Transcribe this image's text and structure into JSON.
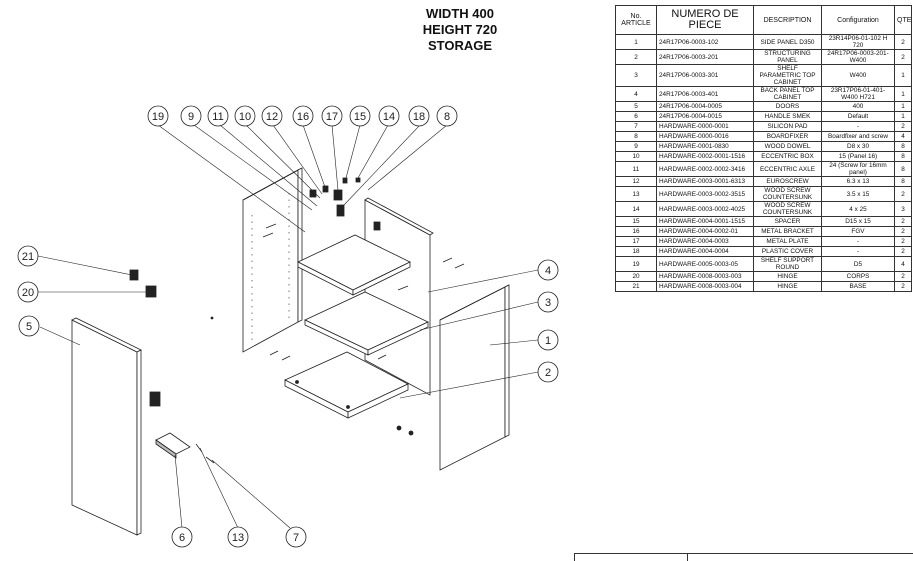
{
  "header": {
    "width_label": "WIDTH 400",
    "height_label": "HEIGHT 720",
    "type_label": "STORAGE"
  },
  "bom": {
    "headers": [
      "No. ARTICLE",
      "NUMERO DE PIECE",
      "DESCRIPTION",
      "Configuration",
      "QTE"
    ],
    "rows": [
      [
        "1",
        "24R17P06-0003-102",
        "SIDE PANEL D350",
        "23R14P06-01-102 H 720",
        "2"
      ],
      [
        "2",
        "24R17P06-0003-201",
        "STRUCTURING PANEL",
        "24R17P06-0003-201-W400",
        "2"
      ],
      [
        "3",
        "24R17P06-0003-301",
        "SHELF PARAMETRIC TOP CABINET",
        "W400",
        "1"
      ],
      [
        "4",
        "24R17P06-0003-401",
        "BACK PANEL TOP CABINET",
        "23R17P06-01-401-W400 H721",
        "1"
      ],
      [
        "5",
        "24R17P06-0004-0005",
        "DOORS",
        "400",
        "1"
      ],
      [
        "6",
        "24R17P06-0004-0015",
        "HANDLE SMEK",
        "Default",
        "1"
      ],
      [
        "7",
        "HARDWARE-0000-0001",
        "SILICON PAD",
        "-",
        "2"
      ],
      [
        "8",
        "HARDWARE-0000-0016",
        "BOARDFIXER",
        "Boardfixer and screw",
        "4"
      ],
      [
        "9",
        "HARDWARE-0001-0830",
        "WOOD DOWEL",
        "D8 x 30",
        "8"
      ],
      [
        "10",
        "HARDWARE-0002-0001-1516",
        "ECCENTRIC BOX",
        "15 (Panel 16)",
        "8"
      ],
      [
        "11",
        "HARDWARE-0002-0002-3416",
        "ECCENTRIC AXLE",
        "24 (Screw for 16mm panel)",
        "8"
      ],
      [
        "12",
        "HARDWARE-0003-0001-6313",
        "EUROSCREW",
        "6.3 x 13",
        "8"
      ],
      [
        "13",
        "HARDWARE-0003-0002-3515",
        "WOOD SCREW COUNTERSUNK",
        "3.5 x 15",
        "2"
      ],
      [
        "14",
        "HARDWARE-0003-0002-4025",
        "WOOD SCREW COUNTERSUNK",
        "4 x 25",
        "3"
      ],
      [
        "15",
        "HARDWARE-0004-0001-1515",
        "SPACER",
        "D15 x 15",
        "2"
      ],
      [
        "16",
        "HARDWARE-0004-0002-01",
        "METAL BRACKET",
        "FGV",
        "2"
      ],
      [
        "17",
        "HARDWARE-0004-0003",
        "METAL PLATE",
        "-",
        "2"
      ],
      [
        "18",
        "HARDWARE-0004-0004",
        "PLASTIC COVER",
        "-",
        "2"
      ],
      [
        "19",
        "HARDWARE-0005-0003-05",
        "SHELF SUPPORT ROUND",
        "D5",
        "4"
      ],
      [
        "20",
        "HARDWARE-0008-0003-003",
        "HINGE",
        "CORPS",
        "2"
      ],
      [
        "21",
        "HARDWARE-0008-0003-004",
        "HINGE",
        "BASE",
        "2"
      ]
    ]
  },
  "callouts": [
    "1",
    "2",
    "3",
    "4",
    "5",
    "6",
    "7",
    "8",
    "9",
    "10",
    "11",
    "12",
    "13",
    "14",
    "15",
    "16",
    "17",
    "18",
    "19",
    "20",
    "21"
  ]
}
